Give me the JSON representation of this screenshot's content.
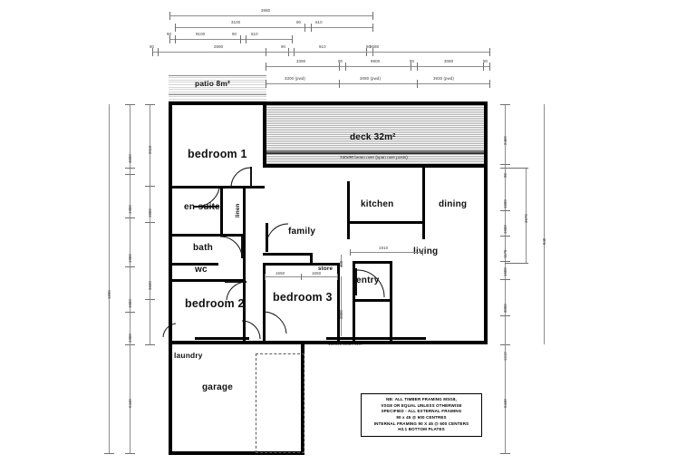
{
  "drawing": {
    "type": "architectural-floor-plan",
    "title": "Residential Floor Plan",
    "units": "mm"
  },
  "rooms": [
    {
      "id": "patio",
      "label": "patio 8m²",
      "size": "r9"
    },
    {
      "id": "deck",
      "label": "deck 32m²",
      "size": "r11"
    },
    {
      "id": "bedroom1",
      "label": "bedroom 1",
      "size": "r14"
    },
    {
      "id": "ensuite",
      "label": "en-suite",
      "size": "r11"
    },
    {
      "id": "linen",
      "label": "linen",
      "size": "r7"
    },
    {
      "id": "bath",
      "label": "bath",
      "size": "r11"
    },
    {
      "id": "wc",
      "label": "wc",
      "size": "r11"
    },
    {
      "id": "bedroom2",
      "label": "bedroom 2",
      "size": "r14"
    },
    {
      "id": "bedroom3",
      "label": "bedroom 3",
      "size": "r14"
    },
    {
      "id": "family",
      "label": "family",
      "size": "r11"
    },
    {
      "id": "kitchen",
      "label": "kitchen",
      "size": "r11"
    },
    {
      "id": "dining",
      "label": "dining",
      "size": "r11"
    },
    {
      "id": "living",
      "label": "living",
      "size": "r11"
    },
    {
      "id": "entry",
      "label": "entry",
      "size": "r11"
    },
    {
      "id": "store",
      "label": "store",
      "size": "r7"
    },
    {
      "id": "laundry",
      "label": "laundry",
      "size": "r9"
    },
    {
      "id": "garage",
      "label": "garage",
      "size": "r11"
    }
  ],
  "annotations": {
    "deck_beam": "240x90 beam over (span over posts)",
    "bottom_beam": "150x90 beam over"
  },
  "notes_box": {
    "lines": [
      "NB: ALL TIMBER FRAMING  MSG8,",
      "VSG8 OR EQUAL UNLESS OTHERWISE",
      "SPECIFIED - ALL EXTERNAL FRAMING",
      "90 x 45 @ 600 CENTRES",
      "INTERNAL FRAMING 90 X 45 @ 600 CENTERS",
      "H3.1 BOTTOM PLATES"
    ]
  },
  "dimensions": {
    "top_left_chain_1": [
      "3980"
    ],
    "top_left_chain_2": [
      "3100",
      "90",
      "610"
    ],
    "top_left_chain_3": [
      "90",
      "9100",
      "90",
      "610"
    ],
    "top_left_chain_4": [
      "90",
      "2890",
      "90",
      "910",
      "90"
    ],
    "top_right_overall": [
      "9580"
    ],
    "top_right_chain_1": [
      "3390",
      "90",
      "9900",
      "90",
      "3080",
      "90"
    ],
    "top_right_chain_2": [
      "3300 (pwd)",
      "3080 (pwd)",
      "3930 (pwd)"
    ],
    "left_chain_outer": [
      "90",
      "4000",
      "90",
      "1900",
      "90",
      "1900",
      "90",
      "1500",
      "90",
      "1900",
      "90",
      "90"
    ],
    "left_chain_inner": [
      "90",
      "3110",
      "90",
      "1500",
      "90",
      "3620",
      "90",
      "90"
    ],
    "left_overall": [
      "1890"
    ],
    "left_bottom": [
      "6440"
    ],
    "right_chain_1": [
      "2400",
      "90",
      "1500",
      "1500",
      "1170",
      "90",
      "1500",
      "3000",
      "90",
      "90",
      "1610",
      "90"
    ],
    "right_chain_2": [
      "3570",
      "840"
    ],
    "right_bottom": [
      "6440"
    ],
    "interior": [
      "1910",
      "1650",
      "1650",
      "3000",
      "400"
    ]
  },
  "colors": {
    "wall": "#000000",
    "dimension": "#8d8d8d",
    "background": "#ffffff",
    "hatch": "#2a2a2a"
  }
}
